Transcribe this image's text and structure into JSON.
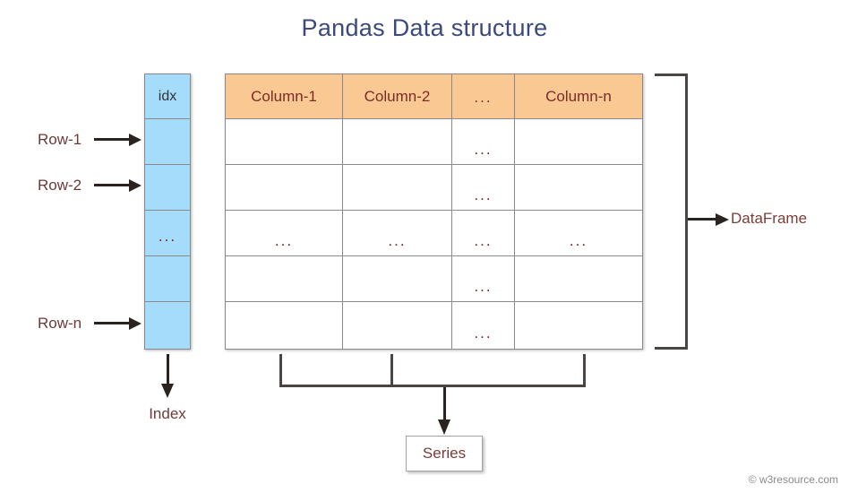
{
  "title": "Pandas Data structure",
  "colors": {
    "title": "#3b4a7a",
    "index_fill": "#a6dcfb",
    "header_fill": "#fac993",
    "header_text": "#7a2c26",
    "label_text": "#6e3a38",
    "cell_border": "#8a8a8a",
    "bracket": "#4a4442",
    "arrow": "#2b2320",
    "footer": "#8a8a8a"
  },
  "index_column": {
    "header": "idx",
    "cells": [
      "",
      "",
      "...",
      "",
      ""
    ],
    "caption": "Index"
  },
  "row_labels": [
    {
      "label": "Row-1"
    },
    {
      "label": "Row-2"
    },
    {
      "label": "Row-n"
    }
  ],
  "table": {
    "headers": [
      "Column-1",
      "Column-2",
      "...",
      "Column-n"
    ],
    "rows": [
      [
        "",
        "",
        "...",
        ""
      ],
      [
        "",
        "",
        "...",
        ""
      ],
      [
        "...",
        "...",
        "...",
        "..."
      ],
      [
        "",
        "",
        "...",
        ""
      ],
      [
        "",
        "",
        "...",
        ""
      ]
    ]
  },
  "annotations": {
    "dataframe": "DataFrame",
    "series": "Series"
  },
  "footer": {
    "credit": "© w3resource.com"
  }
}
